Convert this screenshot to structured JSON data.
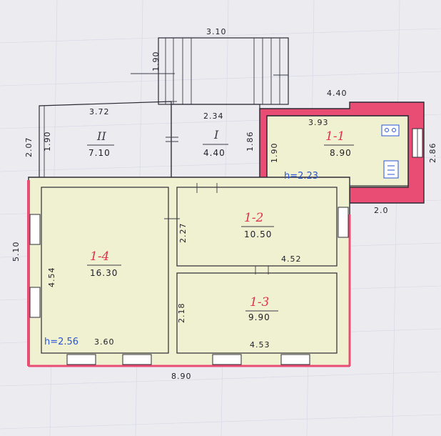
{
  "rooms": [
    {
      "id": "II",
      "area": "7.10"
    },
    {
      "id": "I",
      "area": "4.40"
    },
    {
      "id": "1-1",
      "area": "8.90"
    },
    {
      "id": "1-2",
      "area": "10.50"
    },
    {
      "id": "1-3",
      "area": "9.90"
    },
    {
      "id": "1-4",
      "area": "16.30"
    }
  ],
  "dimensions": {
    "porch_width": "3.10",
    "porch_depth": "1.90",
    "right_wing_width": "4.40",
    "left_entry_width": "3.72",
    "hall_width": "2.34",
    "kitchen_inner_width": "3.93",
    "left_height_outer": "2.07",
    "left_height_inner": "1.90",
    "hall_height": "1.86",
    "kitchen_inner_height": "1.90",
    "kitchen_side": "2.86",
    "kitchen_bottom": "2.0",
    "room2_height": "2.27",
    "room2_width": "4.52",
    "room3_height": "2.18",
    "room3_width": "4.53",
    "room4_height": "4.54",
    "room4_width": "3.60",
    "outer_height": "5.10",
    "outer_width": "8.90"
  },
  "ceiling_heights": {
    "kitchen": "h=2.23",
    "main": "h=2.56"
  },
  "colors": {
    "paper": "#ecebef",
    "wall_fill": "#f0f1d0",
    "highlight": "#ea4d74",
    "room_red_label": "#e0304f",
    "note_blue": "#2a55d8",
    "ink": "#1f1f2a"
  }
}
